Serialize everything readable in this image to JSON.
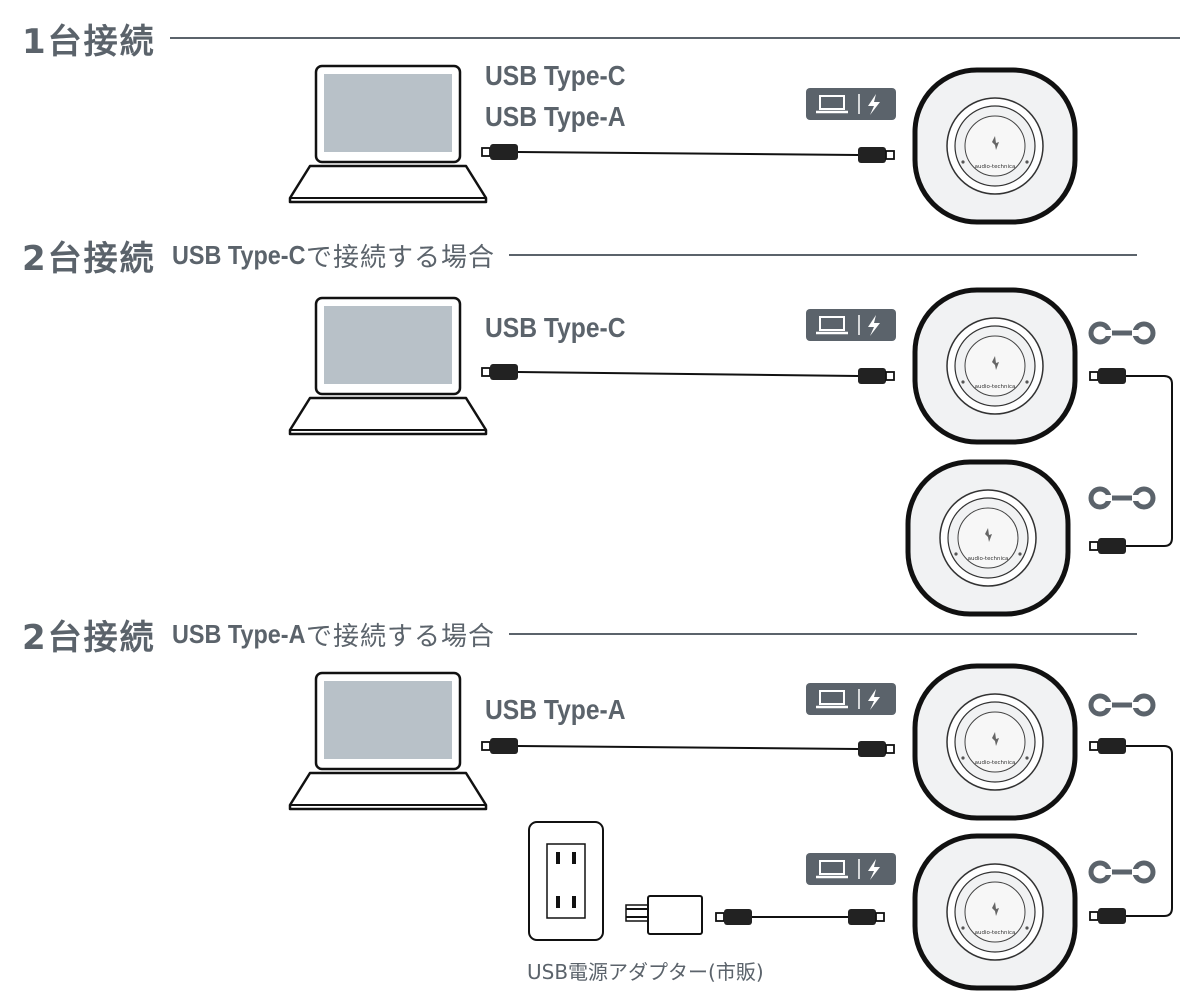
{
  "sections": [
    {
      "heading_main": "1台接続",
      "heading_sub": "",
      "heading_tail": "",
      "cable_labels": [
        "USB Type-C",
        "USB Type-A"
      ]
    },
    {
      "heading_main": "2台接続",
      "heading_sub": "USB Type-C",
      "heading_tail": "で接続する場合",
      "cable_labels": [
        "USB Type-C"
      ]
    },
    {
      "heading_main": "2台接続",
      "heading_sub": "USB Type-A",
      "heading_tail": "で接続する場合",
      "cable_labels": [
        "USB Type-A"
      ]
    }
  ],
  "adapter_label": "USB電源アダプター(市販)",
  "speaker_brand": "audio-technica",
  "icons": {
    "pc_port": "laptop-icon",
    "power_port": "lightning-icon",
    "daisy_chain": "chain-link-icon"
  },
  "colors": {
    "text": "#5b636b",
    "badge": "#5b636b",
    "screen": "#b8c1c8",
    "speaker_body": "#f1f2f3",
    "outline": "#111111"
  }
}
